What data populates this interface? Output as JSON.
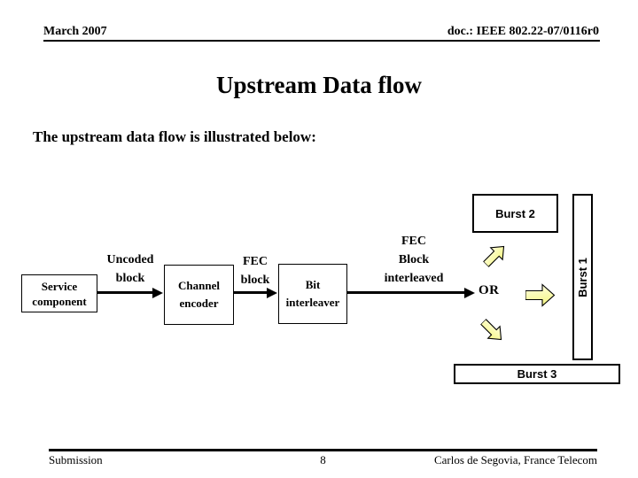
{
  "slide": {
    "header": {
      "date": "March 2007",
      "doc_number": "doc.: IEEE 802.22-07/0116r0"
    },
    "title": "Upstream Data flow",
    "subtitle": "The upstream data flow is illustrated below:",
    "footer": {
      "left": "Submission",
      "page_number": "8",
      "right": "Carlos de Segovia, France Telecom"
    }
  },
  "diagram": {
    "boxes": {
      "service_component": {
        "lines": [
          "Service",
          "component"
        ]
      },
      "channel_encoder": {
        "lines": [
          "Channel",
          "encoder"
        ]
      },
      "bit_interleaver": {
        "lines": [
          "Bit",
          "interleaver"
        ]
      }
    },
    "flow_labels": {
      "uncoded_block": {
        "lines": [
          "Uncoded",
          "block"
        ]
      },
      "fec_block": {
        "lines": [
          "FEC",
          "block"
        ]
      },
      "fec_block_interleaved": {
        "lines": [
          "FEC",
          "Block",
          "interleaved"
        ]
      },
      "or_label": "OR"
    },
    "bursts": {
      "burst1": "Burst 1",
      "burst2": "Burst 2",
      "burst3": "Burst 3"
    },
    "colors": {
      "block_arrow_fill": "#FBFC9E",
      "block_arrow_fill_light": "#FFFFE6",
      "outline": "#000000"
    }
  }
}
